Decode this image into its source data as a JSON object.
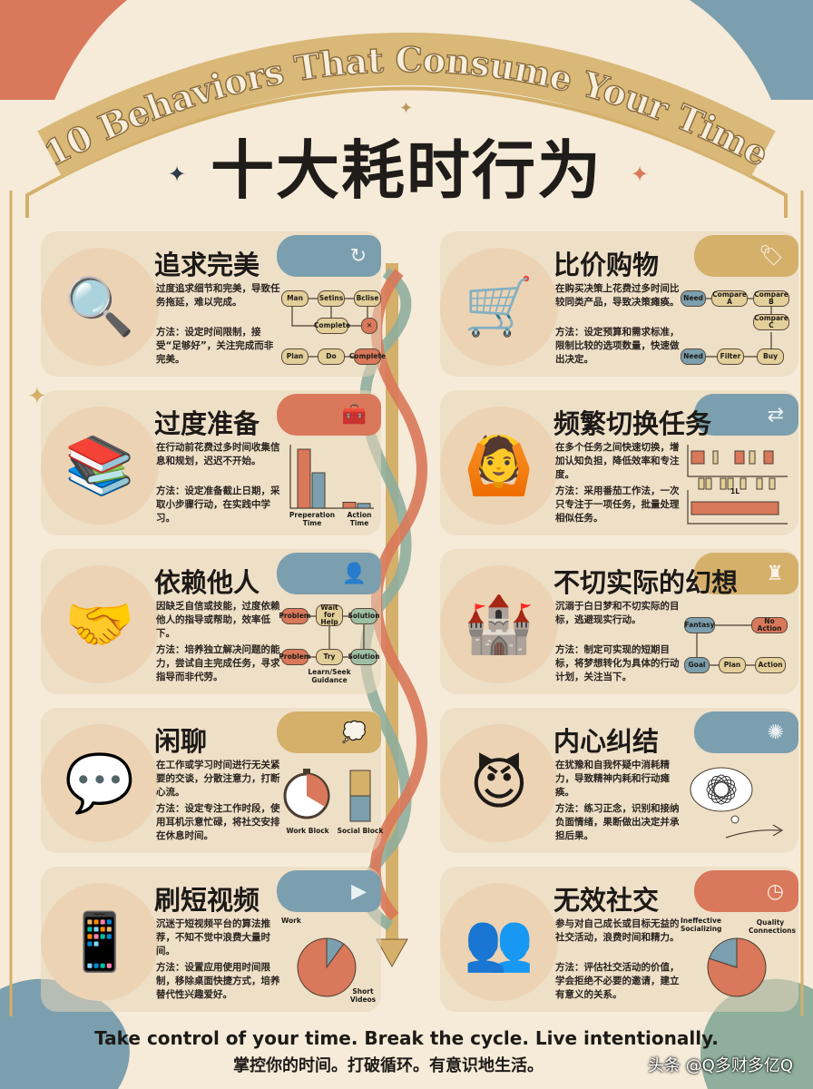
{
  "header": {
    "title_en": "10 Behaviors That Consume Your Time",
    "title_cn": "十大耗时行为"
  },
  "colors": {
    "blue": "#7b9fae",
    "orange": "#d9785a",
    "gold": "#d4b06a",
    "cream": "#f5ebd8",
    "green": "#8fae9c"
  },
  "cards": [
    {
      "side": "left",
      "title": "追求完美",
      "icon": "diamond-magnifier-icon",
      "tab_icon": "refresh-icon",
      "tab_color": "#7b9fae",
      "desc": "过度追求细节和完美，导致任务拖延，难以完成。",
      "method": "方法：设定时间限制，接受“足够好”，关注完成而非完美。",
      "diagram": {
        "type": "flow-perfect",
        "labels": [
          "Man",
          "Setins",
          "Bclise",
          "Complete",
          "Plan",
          "Do",
          "Complete"
        ]
      }
    },
    {
      "side": "left",
      "title": "过度准备",
      "icon": "books-toolbox-icon",
      "tab_icon": "toolbox-icon",
      "tab_color": "#d9785a",
      "desc": "在行动前花费过多时间收集信息和规划，迟迟不开始。",
      "method": "方法：设定准备截止日期，采取小步骤行动，在实践中学习。",
      "diagram": {
        "type": "bars",
        "labels": [
          "Preperation Time",
          "Action Time"
        ],
        "values": [
          [
            10,
            6
          ],
          [
            1,
            0.8
          ]
        ]
      }
    },
    {
      "side": "left",
      "title": "依赖他人",
      "icon": "people-chained-icon",
      "tab_icon": "people-icon",
      "tab_color": "#7b9fae",
      "desc": "因缺乏自信或技能，过度依赖他人的指导或帮助，效率低下。",
      "method": "方法：培养独立解决问题的能力，尝试自主完成任务，寻求指导而非代劳。",
      "diagram": {
        "type": "flow-depend",
        "labels": [
          "Problem",
          "Wait for Help",
          "Solution",
          "Problem",
          "Try",
          "Solution",
          "Learn/Seek Guidance"
        ]
      }
    },
    {
      "side": "left",
      "title": "闲聊",
      "icon": "chat-clock-icon",
      "tab_icon": "chat-bubbles-icon",
      "tab_color": "#d4b06a",
      "desc": "在工作或学习时间进行无关紧要的交谈，分散注意力，打断心流。",
      "method": "方法：设定专注工作时段，使用耳机示意忙碌，将社交安排在休息时间。",
      "diagram": {
        "type": "stopwatch",
        "labels": [
          "Work Block",
          "Social Block"
        ]
      }
    },
    {
      "side": "left",
      "title": "刷短视频",
      "icon": "phone-video-icon",
      "tab_icon": "video-play-icon",
      "tab_color": "#7b9fae",
      "desc": "沉迷于短视频平台的算法推荐，不知不觉中浪费大量时间。",
      "method": "方法：设置应用使用时间限制，移除桌面快捷方式，培养替代性兴趣爱好。",
      "diagram": {
        "type": "pie",
        "labels": [
          "Work",
          "Short Videos"
        ],
        "values": [
          10,
          90
        ],
        "slice_colors": [
          "#7b9fae",
          "#d9785a"
        ]
      }
    },
    {
      "side": "right",
      "title": "比价购物",
      "icon": "shopping-cart-icon",
      "tab_icon": "price-tag-icon",
      "tab_color": "#d4b06a",
      "desc": "在购买决策上花费过多时间比较同类产品，导致决策瘫痪。",
      "method": "方法：设定预算和需求标准，限制比较的选项数量，快速做出决定。",
      "diagram": {
        "type": "flow-shop",
        "labels": [
          "Need",
          "Compare A",
          "Compare B",
          "Compare C",
          "Need",
          "Filter",
          "Buy"
        ]
      }
    },
    {
      "side": "right",
      "title": "频繁切换任务",
      "icon": "multitask-person-icon",
      "tab_icon": "switch-icon",
      "tab_color": "#7b9fae",
      "desc": "在多个任务之间快速切换，增加认知负担，降低效率和专注度。",
      "method": "方法：采用番茄工作法，一次只专注于一项任务，批量处理相似任务。",
      "diagram": {
        "type": "timeline",
        "labels": [
          "1L"
        ]
      }
    },
    {
      "side": "right",
      "title": "不切实际的幻想",
      "icon": "daydream-castle-icon",
      "tab_icon": "castle-icon",
      "tab_color": "#d4b06a",
      "desc": "沉溺于白日梦和不切实际的目标，逃避现实行动。",
      "method": "方法：制定可实现的短期目标，将梦想转化为具体的行动计划，关注当下。",
      "diagram": {
        "type": "flow-fantasy",
        "labels": [
          "Fantasy",
          "No Action",
          "Goal",
          "Plan",
          "Action"
        ]
      }
    },
    {
      "side": "right",
      "title": "内心纠结",
      "icon": "angel-devil-icon",
      "tab_icon": "tangled-brain-icon",
      "tab_color": "#7b9fae",
      "desc": "在犹豫和自我怀疑中消耗精力，导致精神内耗和行动瘫痪。",
      "method": "方法：练习正念，识别和接纳负面情绪，果断做出决定并承担后果。",
      "diagram": {
        "type": "tangle",
        "labels": []
      }
    },
    {
      "side": "right",
      "title": "无效社交",
      "icon": "crowd-speech-icon",
      "tab_icon": "clock-icon",
      "tab_color": "#d9785a",
      "desc": "参与对自己成长或目标无益的社交活动，浪费时间和精力。",
      "method": "方法：评估社交活动的价值，学会拒绝不必要的邀请，建立有意义的关系。",
      "diagram": {
        "type": "pie",
        "labels": [
          "Ineffective Socializing",
          "Quality Connections"
        ],
        "values": [
          80,
          20
        ],
        "slice_colors": [
          "#d9785a",
          "#7b9fae"
        ]
      }
    }
  ],
  "footer": {
    "en": "Take control of your time. Break the cycle. Live intentionally.",
    "cn": "掌控你的时间。打破循环。有意识地生活。",
    "watermark": "头条 @Q多财多亿Q"
  }
}
